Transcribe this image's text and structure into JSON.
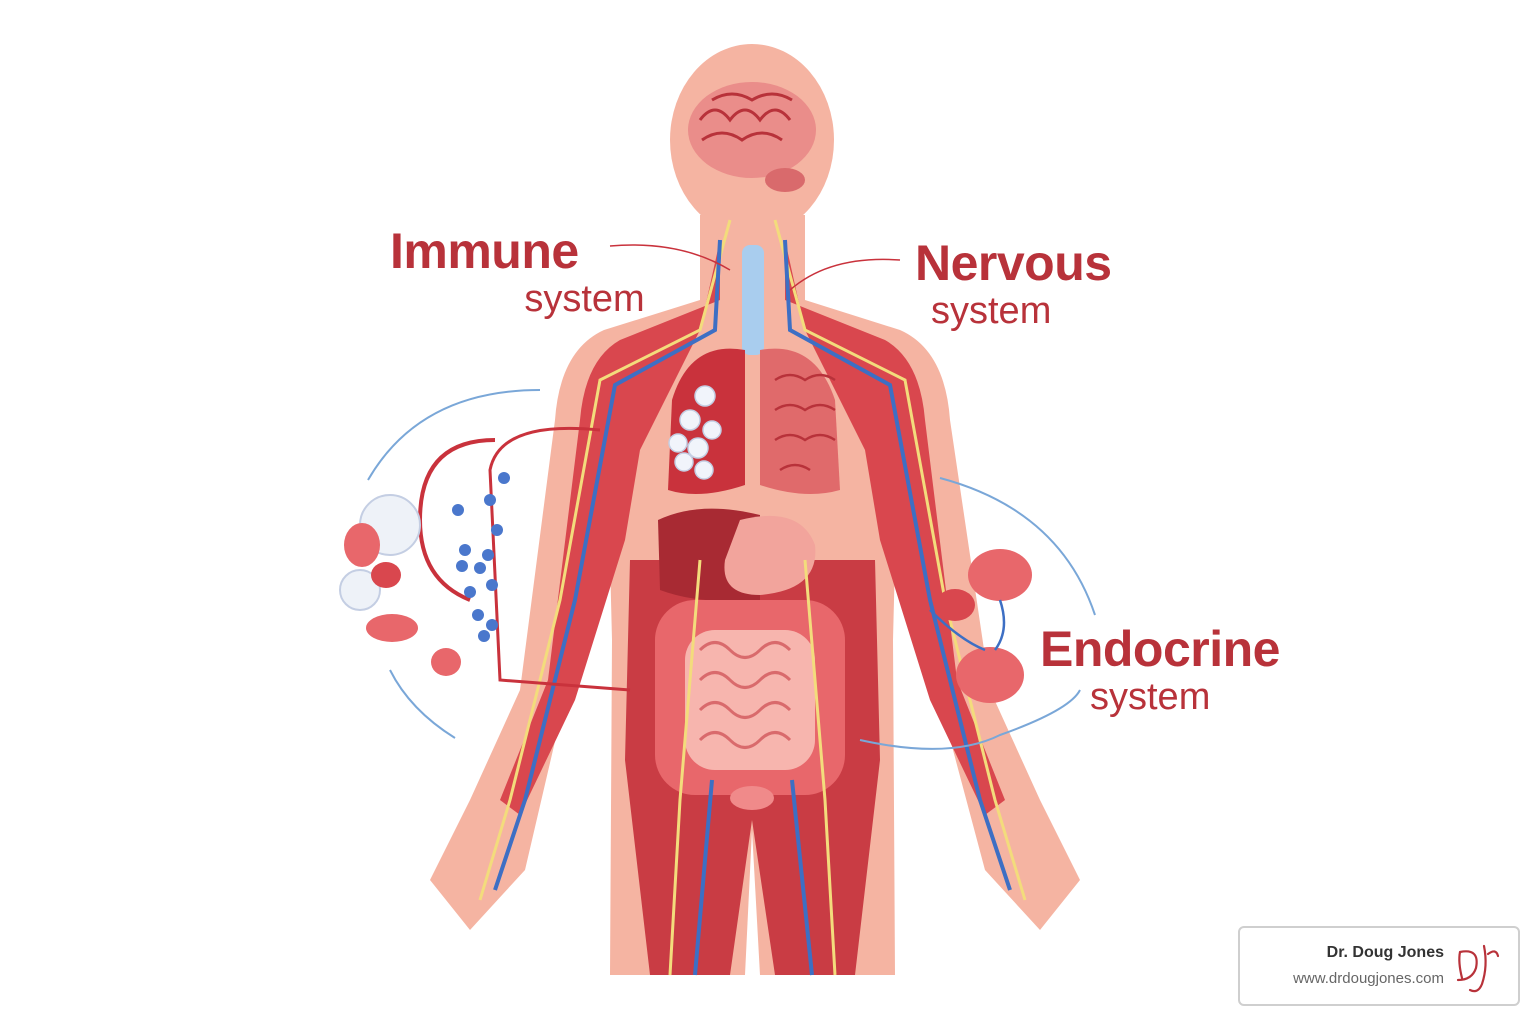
{
  "labels": {
    "immune": {
      "main": "Immune",
      "sub": "system"
    },
    "nervous": {
      "main": "Nervous",
      "sub": "system"
    },
    "endocrine": {
      "main": "Endocrine",
      "sub": "system"
    }
  },
  "credit": {
    "name": "Dr. Doug Jones",
    "url": "www.drdougjones.com",
    "logo": "DJ"
  },
  "colors": {
    "label": "#b8323a",
    "skin": "#f5b4a2",
    "muscle": "#d9474e",
    "nerve": "#f3dc7c",
    "vein": "#3d6fc4",
    "intestine": "#f7b5ae"
  }
}
